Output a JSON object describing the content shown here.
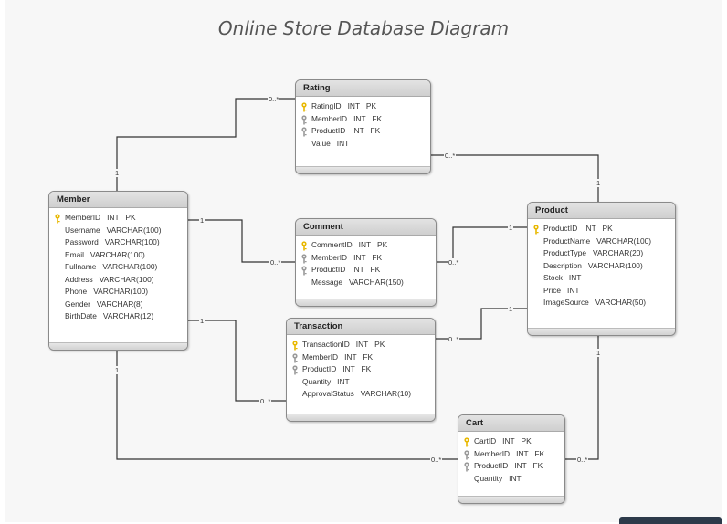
{
  "title": "Online Store Database Diagram",
  "entities": {
    "rating": {
      "name": "Rating",
      "fields": [
        {
          "text": "RatingID   INT   PK",
          "key": "pk"
        },
        {
          "text": "MemberID   INT   FK",
          "key": "fk"
        },
        {
          "text": "ProductID   INT   FK",
          "key": "fk"
        },
        {
          "text": "Value   INT",
          "key": ""
        }
      ]
    },
    "member": {
      "name": "Member",
      "fields": [
        {
          "text": "MemberID   INT   PK",
          "key": "pk"
        },
        {
          "text": "Username   VARCHAR(100)",
          "key": ""
        },
        {
          "text": "Password   VARCHAR(100)",
          "key": ""
        },
        {
          "text": "Email   VARCHAR(100)",
          "key": ""
        },
        {
          "text": "Fullname   VARCHAR(100)",
          "key": ""
        },
        {
          "text": "Address   VARCHAR(100)",
          "key": ""
        },
        {
          "text": "Phone   VARCHAR(100)",
          "key": ""
        },
        {
          "text": "Gender   VARCHAR(8)",
          "key": ""
        },
        {
          "text": "BirthDate   VARCHAR(12)",
          "key": ""
        }
      ]
    },
    "comment": {
      "name": "Comment",
      "fields": [
        {
          "text": "CommentID   INT   PK",
          "key": "pk"
        },
        {
          "text": "MemberID   INT   FK",
          "key": "fk"
        },
        {
          "text": "ProductID   INT   FK",
          "key": "fk"
        },
        {
          "text": "Message   VARCHAR(150)",
          "key": ""
        }
      ]
    },
    "product": {
      "name": "Product",
      "fields": [
        {
          "text": "ProductID   INT   PK",
          "key": "pk"
        },
        {
          "text": "ProductName   VARCHAR(100)",
          "key": ""
        },
        {
          "text": "ProductType   VARCHAR(20)",
          "key": ""
        },
        {
          "text": "Description   VARCHAR(100)",
          "key": ""
        },
        {
          "text": "Stock   INT",
          "key": ""
        },
        {
          "text": "Price   INT",
          "key": ""
        },
        {
          "text": "ImageSource   VARCHAR(50)",
          "key": ""
        }
      ]
    },
    "transaction": {
      "name": "Transaction",
      "fields": [
        {
          "text": "TransactionID   INT   PK",
          "key": "pk"
        },
        {
          "text": "MemberID   INT   FK",
          "key": "fk"
        },
        {
          "text": "ProductID   INT   FK",
          "key": "fk"
        },
        {
          "text": "Quantity   INT",
          "key": ""
        },
        {
          "text": "ApprovalStatus   VARCHAR(10)",
          "key": ""
        }
      ]
    },
    "cart": {
      "name": "Cart",
      "fields": [
        {
          "text": "CartID   INT   PK",
          "key": "pk"
        },
        {
          "text": "MemberID   INT   FK",
          "key": "fk"
        },
        {
          "text": "ProductID   INT   FK",
          "key": "fk"
        },
        {
          "text": "Quantity   INT",
          "key": ""
        }
      ]
    }
  },
  "relationships": [
    {
      "from": "Member",
      "to": "Rating",
      "from_card": "1",
      "to_card": "0..*"
    },
    {
      "from": "Product",
      "to": "Rating",
      "from_card": "1",
      "to_card": "0..*"
    },
    {
      "from": "Member",
      "to": "Comment",
      "from_card": "1",
      "to_card": "0..*"
    },
    {
      "from": "Product",
      "to": "Comment",
      "from_card": "1",
      "to_card": "0..*"
    },
    {
      "from": "Member",
      "to": "Transaction",
      "from_card": "1",
      "to_card": "0..*"
    },
    {
      "from": "Product",
      "to": "Transaction",
      "from_card": "1",
      "to_card": "0..*"
    },
    {
      "from": "Member",
      "to": "Cart",
      "from_card": "1",
      "to_card": "0..*"
    },
    {
      "from": "Product",
      "to": "Cart",
      "from_card": "1",
      "to_card": "0..*"
    }
  ],
  "colors": {
    "pk_key": "#e8b800",
    "fk_key": "#9a9a9a",
    "line": "#333333"
  }
}
